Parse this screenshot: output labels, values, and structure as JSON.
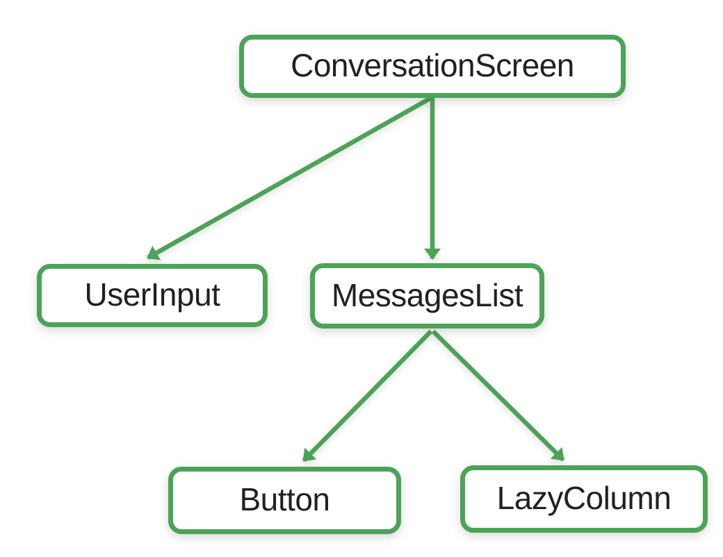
{
  "diagram": {
    "type": "component-tree",
    "accent_color": "#4CA357",
    "background_color": "#FFFFFF",
    "text_color": "#202124",
    "nodes": {
      "conversation_screen": {
        "label": "ConversationScreen"
      },
      "user_input": {
        "label": "UserInput"
      },
      "messages_list": {
        "label": "MessagesList"
      },
      "button": {
        "label": "Button"
      },
      "lazy_column": {
        "label": "LazyColumn"
      }
    },
    "edges": [
      {
        "from": "ConversationScreen",
        "to": "UserInput"
      },
      {
        "from": "ConversationScreen",
        "to": "MessagesList"
      },
      {
        "from": "MessagesList",
        "to": "Button"
      },
      {
        "from": "MessagesList",
        "to": "LazyColumn"
      }
    ]
  }
}
